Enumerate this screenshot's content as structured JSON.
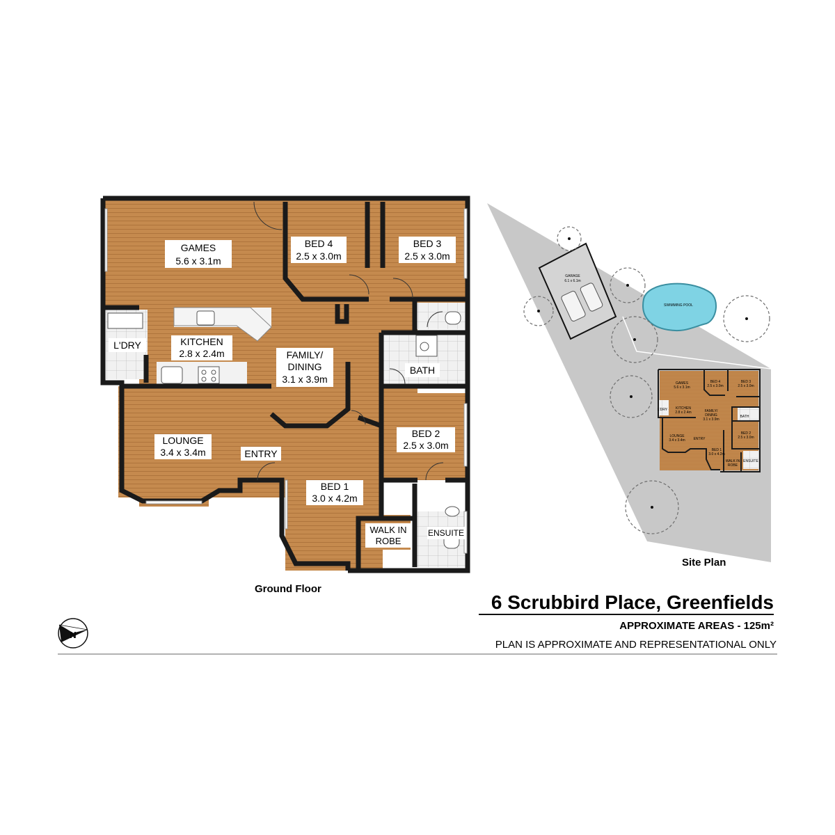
{
  "plan": {
    "ground_floor_label": "Ground Floor",
    "site_plan_label": "Site Plan",
    "rooms": [
      {
        "id": "games",
        "name": "GAMES",
        "size": "5.6 x 3.1m"
      },
      {
        "id": "bed4",
        "name": "BED 4",
        "size": "2.5 x 3.0m"
      },
      {
        "id": "bed3",
        "name": "BED 3",
        "size": "2.5 x 3.0m"
      },
      {
        "id": "laundry",
        "name": "L'DRY",
        "size": ""
      },
      {
        "id": "kitchen",
        "name": "KITCHEN",
        "size": "2.8 x 2.4m"
      },
      {
        "id": "family",
        "name": "FAMILY/",
        "name2": "DINING",
        "size": "3.1 x 3.9m"
      },
      {
        "id": "bath",
        "name": "BATH",
        "size": ""
      },
      {
        "id": "bed2",
        "name": "BED 2",
        "size": "2.5 x 3.0m"
      },
      {
        "id": "lounge",
        "name": "LOUNGE",
        "size": "3.4 x 3.4m"
      },
      {
        "id": "entry",
        "name": "ENTRY",
        "size": ""
      },
      {
        "id": "bed1",
        "name": "BED 1",
        "size": "3.0 x 4.2m"
      },
      {
        "id": "robe",
        "name": "WALK IN",
        "name2": "ROBE",
        "size": ""
      },
      {
        "id": "ensuite",
        "name": "ENSUITE",
        "size": ""
      }
    ],
    "site": {
      "garage_name": "GARAGE",
      "garage_size": "6.1 x 6.1m",
      "pool_name": "SWIMMING POOL",
      "mini_rooms": [
        {
          "name": "GAMES",
          "size": "5.6 x 3.1m"
        },
        {
          "name": "BED 4",
          "size": "2.5 x 3.0m"
        },
        {
          "name": "BED 3",
          "size": "2.5 x 3.0m"
        },
        {
          "name": "L'DRY",
          "size": ""
        },
        {
          "name": "KITCHEN",
          "size": "2.8 x 2.4m"
        },
        {
          "name": "FAMILY/",
          "size": "DINING"
        },
        {
          "name": "3.1 x 3.9m",
          "size": ""
        },
        {
          "name": "BATH",
          "size": ""
        },
        {
          "name": "BED 2",
          "size": "2.5 x 3.0m"
        },
        {
          "name": "LOUNGE",
          "size": "3.4 x 3.4m"
        },
        {
          "name": "ENTRY",
          "size": ""
        },
        {
          "name": "BED 1",
          "size": "3.0 x 4.2m"
        },
        {
          "name": "WALK IN",
          "size": "ROBE"
        },
        {
          "name": "ENSUITE",
          "size": ""
        }
      ]
    }
  },
  "footer": {
    "address": "6 Scrubbird Place, Greenfields",
    "areas": "APPROXIMATE AREAS - 125m²",
    "disclaimer": "PLAN IS APPROXIMATE AND REPRESENTATIONAL ONLY",
    "north": "N"
  },
  "colors": {
    "floor": "#c58a4e",
    "wall": "#1a1a1a",
    "tile": "#ececec",
    "site": "#c8c8c8"
  }
}
